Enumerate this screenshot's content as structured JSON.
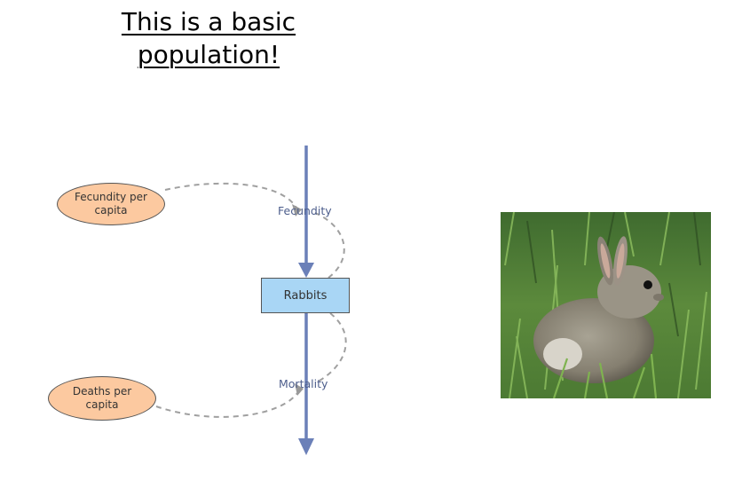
{
  "title": "This is a basic population!",
  "stock": {
    "label": "Rabbits"
  },
  "flows": {
    "fecundity_label": "Fecundity",
    "mortality_label": "Mortality"
  },
  "variables": {
    "fecundity_per_capita": "Fecundity per capita",
    "deaths_per_capita": "Deaths per capita"
  },
  "colors": {
    "flow_arrow": "#6b80b8",
    "stock_fill": "#a9d6f5",
    "variable_fill": "#fcc9a0",
    "link": "#a0a0a0"
  },
  "image": {
    "subject": "rabbit-photo"
  }
}
